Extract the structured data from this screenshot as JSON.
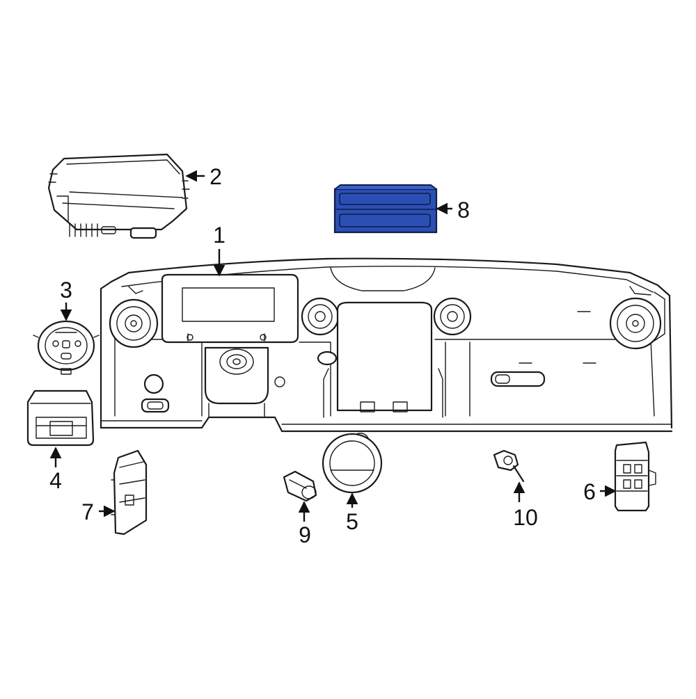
{
  "colors": {
    "line": "#1a1a1a",
    "highlight_fill": "#2c4fb4",
    "highlight_stroke": "#0e1c4a",
    "background": "#ffffff"
  },
  "callouts": {
    "c1": "1",
    "c2": "2",
    "c3": "3",
    "c4": "4",
    "c5": "5",
    "c6": "6",
    "c7": "7",
    "c8": "8",
    "c9": "9",
    "c10": "10"
  },
  "highlighted_part": "8"
}
